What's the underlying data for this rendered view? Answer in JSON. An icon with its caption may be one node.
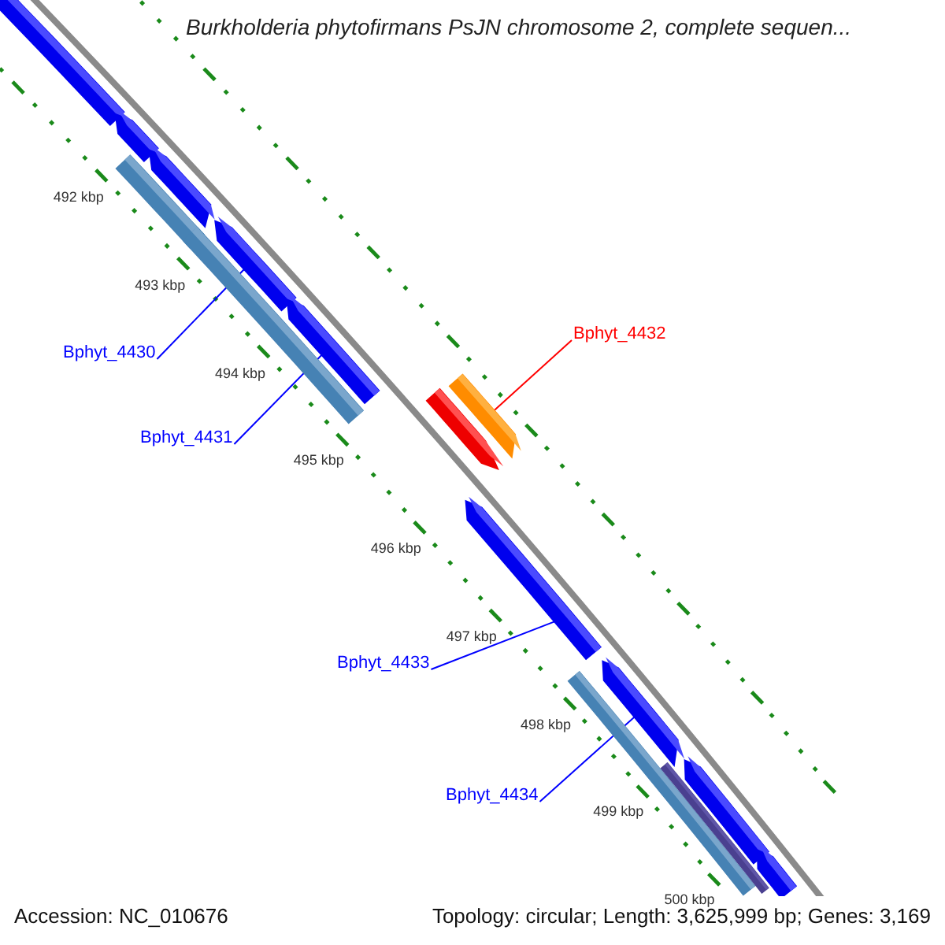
{
  "diagram": {
    "title": "Burkholderia phytofirmans PsJN chromosome 2, complete sequen...",
    "nodes": [
      {
        "text": [],
        "shape": "bar"
      },
      {
        "text": [],
        "shape": "arrow"
      },
      {
        "text": [],
        "shape": "arrow"
      },
      {
        "text": [],
        "shape": "bar"
      },
      {
        "text": [],
        "shape": "arrow"
      },
      {
        "text": [],
        "shape": "bar"
      },
      {
        "text": [],
        "shape": "arrow"
      },
      {
        "text": [],
        "shape": "bar"
      },
      {
        "text": [],
        "shape": "arrow"
      },
      {
        "text": [],
        "shape": "arrow"
      },
      {
        "text": [],
        "shape": "arrow"
      },
      {
        "text": [],
        "shape": "bar"
      },
      {
        "text": [],
        "shape": "bar"
      },
      {
        "text": [],
        "shape": "arrow"
      },
      {
        "text": [],
        "shape": "arrow"
      },
      {
        "text": [
          "Bphyt_4430"
        ]
      },
      {
        "text": [
          "Bphyt_4431"
        ]
      },
      {
        "text": [
          "Bphyt_4432"
        ]
      },
      {
        "text": [
          "Bphyt_4433"
        ]
      },
      {
        "text": [
          "Bphyt_4434"
        ]
      }
    ],
    "edges": [
      {
        "from": 15,
        "to": 4,
        "arrow": "none"
      },
      {
        "from": 16,
        "to": 6,
        "arrow": "none"
      },
      {
        "from": 17,
        "to": 7,
        "arrow": "none",
        "color": "#ff0000"
      },
      {
        "from": 18,
        "to": 9,
        "arrow": "none"
      },
      {
        "from": 19,
        "to": 10,
        "arrow": "none"
      }
    ],
    "labels": [
      "492 kbp",
      "493 kbp",
      "494 kbp",
      "495 kbp",
      "496 kbp",
      "497 kbp",
      "498 kbp",
      "499 kbp",
      "500 kbp",
      "Accession: NC_010676",
      "Topology: circular; Length: 3,625,999 bp; Genes: 3,169"
    ]
  }
}
